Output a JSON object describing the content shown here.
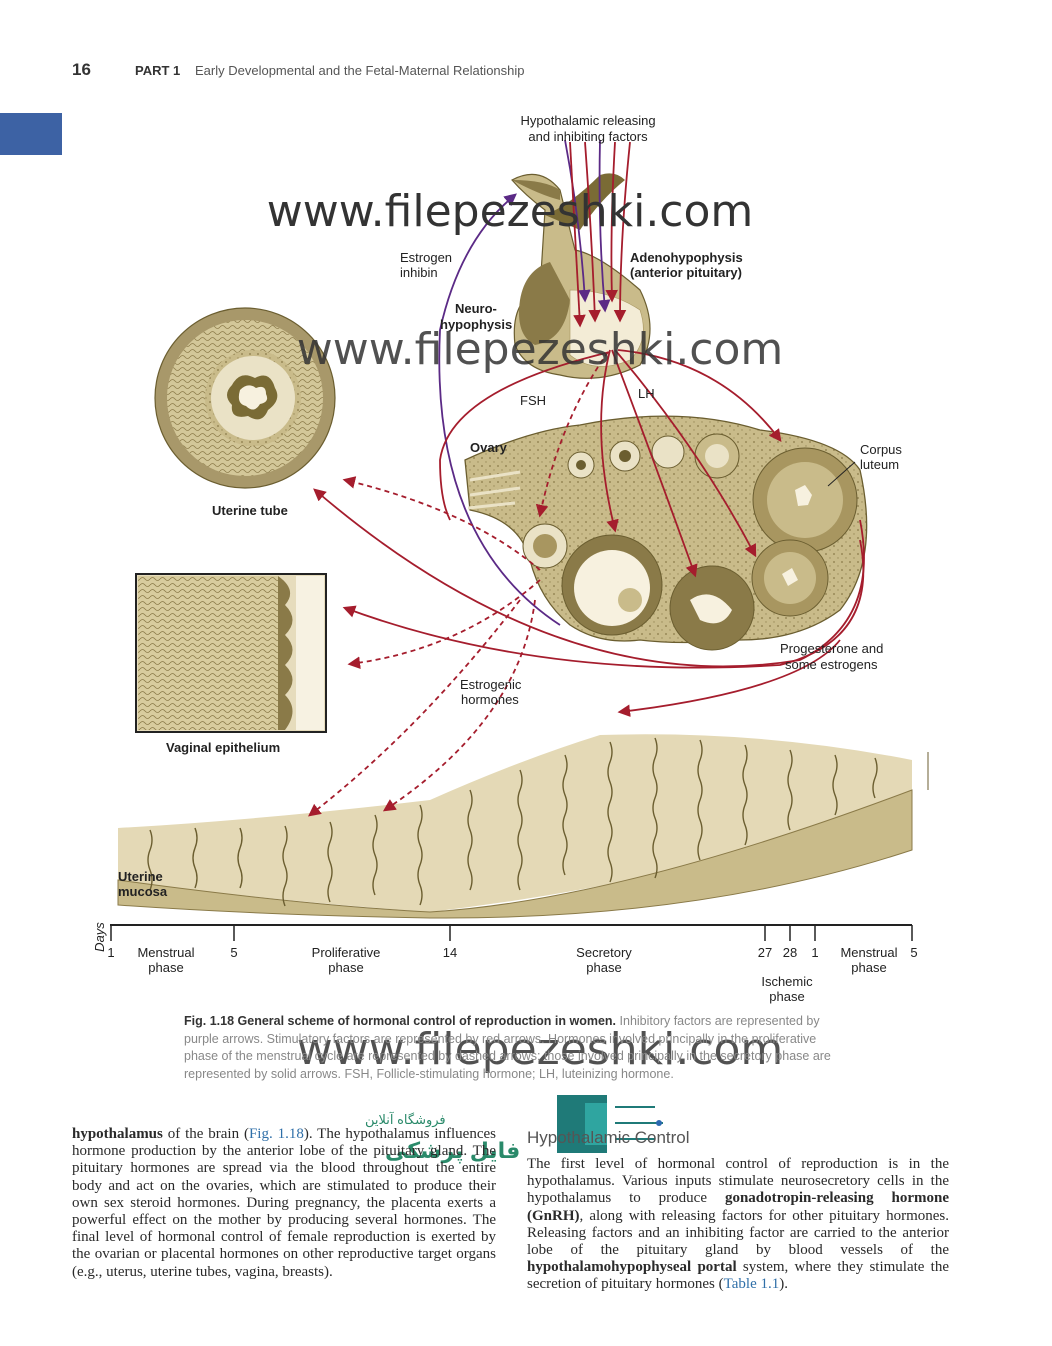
{
  "header": {
    "page_number": "16",
    "part_label": "PART 1",
    "part_title": "Early Developmental and the Fetal-Maternal Relationship"
  },
  "watermark": {
    "text": "www.filepezeshki.com"
  },
  "figure": {
    "labels": {
      "hypothalamic_line1": "Hypothalamic releasing",
      "hypothalamic_line2": "and inhibiting factors",
      "estrogen": "Estrogen",
      "inhibin": "inhibin",
      "adeno1": "Adenohypophysis",
      "adeno2": "(anterior pituitary)",
      "neuro1": "Neuro-",
      "neuro2": "hypophysis",
      "fsh": "FSH",
      "lh": "LH",
      "ovary": "Ovary",
      "corpus1": "Corpus",
      "corpus2": "luteum",
      "uterine_tube": "Uterine tube",
      "vaginal": "Vaginal epithelium",
      "prog1": "Progesterone and",
      "prog2": "some estrogens",
      "estrogenic1": "Estrogenic",
      "estrogenic2": "hormones",
      "mucosa1": "Uterine",
      "mucosa2": "mucosa",
      "days": "Days"
    },
    "timeline": {
      "ticks": [
        "1",
        "5",
        "14",
        "27",
        "28",
        "1",
        "5"
      ],
      "phases": {
        "menstrual1a": "Menstrual",
        "menstrual1b": "phase",
        "prolif_a": "Proliferative",
        "prolif_b": "phase",
        "secretory_a": "Secretory",
        "secretory_b": "phase",
        "ischemic_a": "Ischemic",
        "ischemic_b": "phase",
        "menstrual2a": "Menstrual",
        "menstrual2b": "phase"
      }
    },
    "colors": {
      "inhibitory": "#5b2a86",
      "stimulatory": "#a51d2d",
      "tissue": "#c9bb8a",
      "tissue_dark": "#8a7a48"
    }
  },
  "caption": {
    "label": "Fig. 1.18",
    "title": "General scheme of hormonal control of reproduction in women.",
    "body": "Inhibitory factors are represented by purple arrows. Stimulatory factors are represented by red arrows. Hormones involved principally in the proliferative phase of the menstrual cycle are represented by dashed arrows; those involved principally in the secretory phase are represented by solid arrows. FSH, Follicle-stimulating hormone; LH, luteinizing hormone."
  },
  "logo": {
    "line1": "فروشگاه آنلاین",
    "line2": "فایل پزشکی"
  },
  "text_left": {
    "term": "hypothalamus",
    "p1": " of the brain (",
    "ref": "Fig. 1.18",
    "p2": "). The hypothalamus influences hormone production by the anterior lobe of the pituitary gland. The pituitary hormones are spread via the blood throughout the entire body and act on the ovaries, which are stimulated to produce their own sex steroid hormones. During pregnancy, the placenta exerts a powerful effect on the mother by producing several hormones. The final level of hormonal control of female reproduction is exerted by the ovarian or placental hormones on other reproductive target organs (e.g., uterus, uterine tubes, vagina, breasts)."
  },
  "text_right": {
    "heading": "Hypothalamic Control",
    "p1": "The first level of hormonal control of reproduction is in the hypothalamus. Various inputs stimulate neurosecretory cells in the hypothalamus to produce ",
    "b1": "gonadotropin-releasing hormone (GnRH)",
    "p2": ", along with releasing factors for other pituitary hormones. Releasing factors and an inhibiting factor are carried to the anterior lobe of the pituitary gland by blood vessels of the ",
    "b2": "hypothalamohypophyseal portal",
    "p3": " system, where they stimulate the secretion of pituitary hormones (",
    "ref": "Table 1.1",
    "p4": ")."
  }
}
